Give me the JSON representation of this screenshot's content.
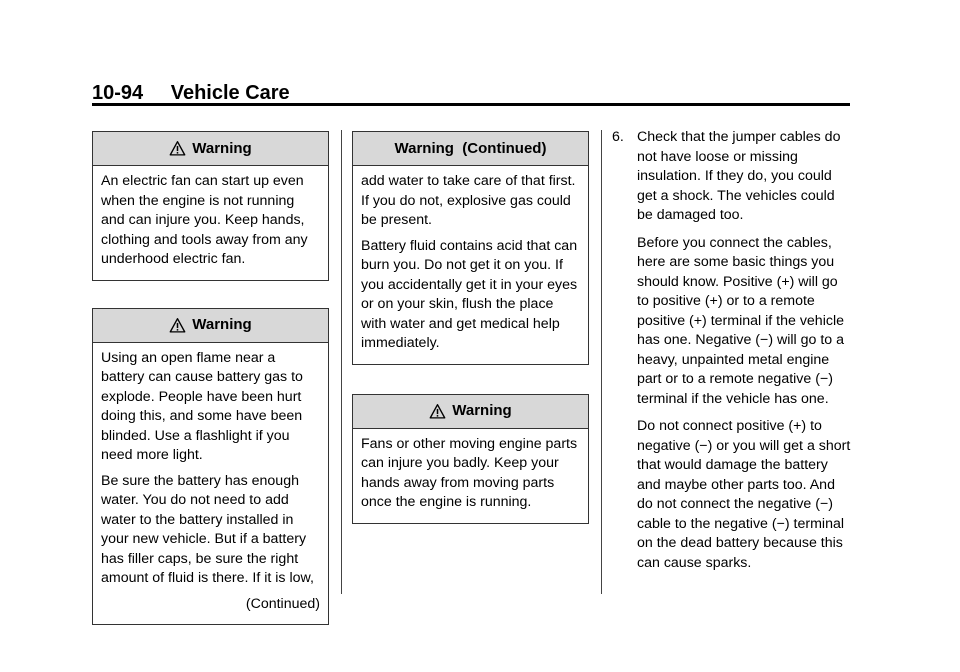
{
  "header": {
    "page_number": "10-94",
    "section_title": "Vehicle Care"
  },
  "left_column": {
    "warning1": {
      "title": "Warning",
      "text": "An electric fan can start up even when the engine is not running and can injure you. Keep hands, clothing and tools away from any underhood electric fan."
    },
    "warning2": {
      "title": "Warning",
      "paragraphs": [
        "Using an open flame near a battery can cause battery gas to explode. People have been hurt doing this, and some have been blinded. Use a flashlight if you need more light.",
        "Be sure the battery has enough water. You do not need to add water to the battery installed in your new vehicle. But if a battery has filler caps, be sure the right amount of fluid is there. If it is low,"
      ],
      "continued_label": "(Continued)"
    }
  },
  "middle_column": {
    "warning_continued": {
      "title": "Warning  (Continued)",
      "paragraphs": [
        "add water to take care of that first. If you do not, explosive gas could be present.",
        "Battery fluid contains acid that can burn you. Do not get it on you. If you accidentally get it in your eyes or on your skin, flush the place with water and get medical help immediately."
      ]
    },
    "warning3": {
      "title": "Warning",
      "text": "Fans or other moving engine parts can injure you badly. Keep your hands away from moving parts once the engine is running."
    }
  },
  "right_column": {
    "step_number": "6.",
    "paragraphs": [
      "Check that the jumper cables do not have loose or missing insulation. If they do, you could get a shock. The vehicles could be damaged too.",
      "Before you connect the cables, here are some basic things you should know. Positive (+) will go to positive (+) or to a remote positive (+) terminal if the vehicle has one. Negative (−) will go to a heavy, unpainted metal engine part or to a remote negative (−) terminal if the vehicle has one.",
      "Do not connect positive (+) to negative (−) or you will get a short that would damage the battery and maybe other parts too. And do not connect the negative (−) cable to the negative (−) terminal on the dead battery because this can cause sparks."
    ]
  },
  "icons": {
    "warning": "warning-triangle-icon"
  }
}
